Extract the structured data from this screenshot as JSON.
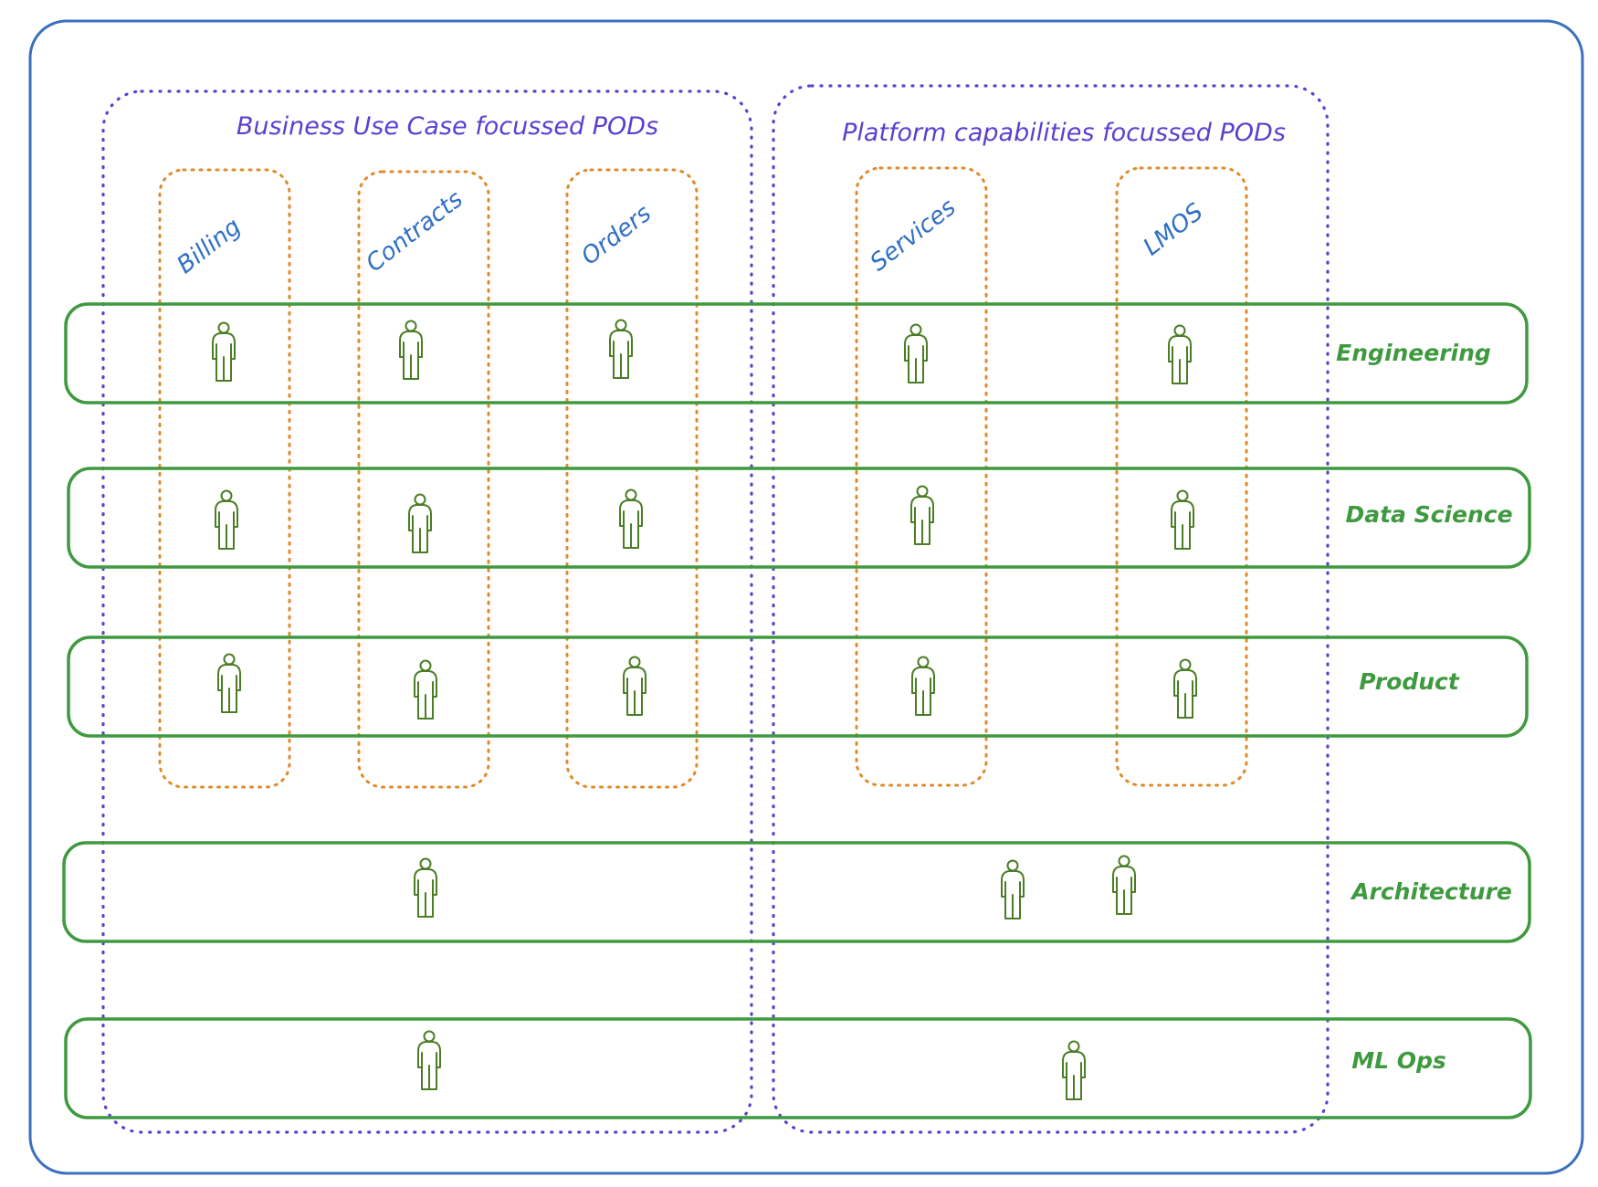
{
  "colors": {
    "frame": "#3b70bf",
    "group_border": "#5b3fd1",
    "pod_border": "#e08a2a",
    "row_border": "#3f9a3f",
    "person": "#4b7d25",
    "pod_label": "#2f6fc4",
    "row_label": "#3f9a3f"
  },
  "groups": {
    "business": {
      "title": "Business Use Case focussed PODs"
    },
    "platform": {
      "title": "Platform capabilities focussed PODs"
    }
  },
  "pods": [
    {
      "id": "billing",
      "label": "Billing",
      "group": "business"
    },
    {
      "id": "contracts",
      "label": "Contracts",
      "group": "business"
    },
    {
      "id": "orders",
      "label": "Orders",
      "group": "business"
    },
    {
      "id": "services",
      "label": "Services",
      "group": "platform"
    },
    {
      "id": "lmos",
      "label": "LMOS",
      "group": "platform"
    }
  ],
  "rows": [
    {
      "id": "engineering",
      "label": "Engineering",
      "people_in_pods": [
        "billing",
        "contracts",
        "orders",
        "services",
        "lmos"
      ]
    },
    {
      "id": "data-science",
      "label": "Data Science",
      "people_in_pods": [
        "billing",
        "contracts",
        "orders",
        "services",
        "lmos"
      ]
    },
    {
      "id": "product",
      "label": "Product",
      "people_in_pods": [
        "billing",
        "contracts",
        "orders",
        "services",
        "lmos"
      ]
    },
    {
      "id": "architecture",
      "label": "Architecture",
      "people_count": 3
    },
    {
      "id": "ml-ops",
      "label": "ML Ops",
      "people_count": 2
    }
  ],
  "icons": {
    "person": "person-icon"
  }
}
